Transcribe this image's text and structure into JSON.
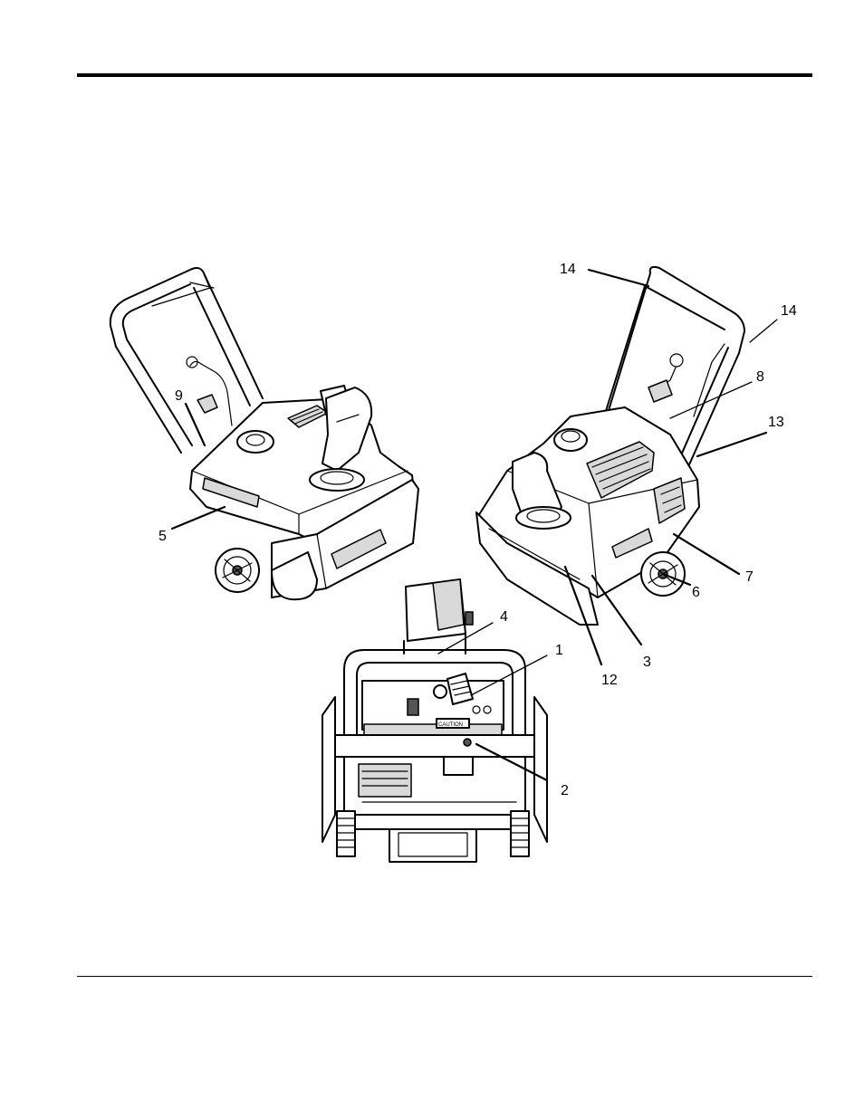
{
  "callouts": {
    "c1": "1",
    "c2": "2",
    "c3": "3",
    "c4": "4",
    "c5": "5",
    "c6": "6",
    "c7": "7",
    "c8": "8",
    "c9": "9",
    "c12": "12",
    "c13": "13",
    "c14a": "14",
    "c14b": "14"
  },
  "labels": {
    "caution": "CAUTION"
  }
}
